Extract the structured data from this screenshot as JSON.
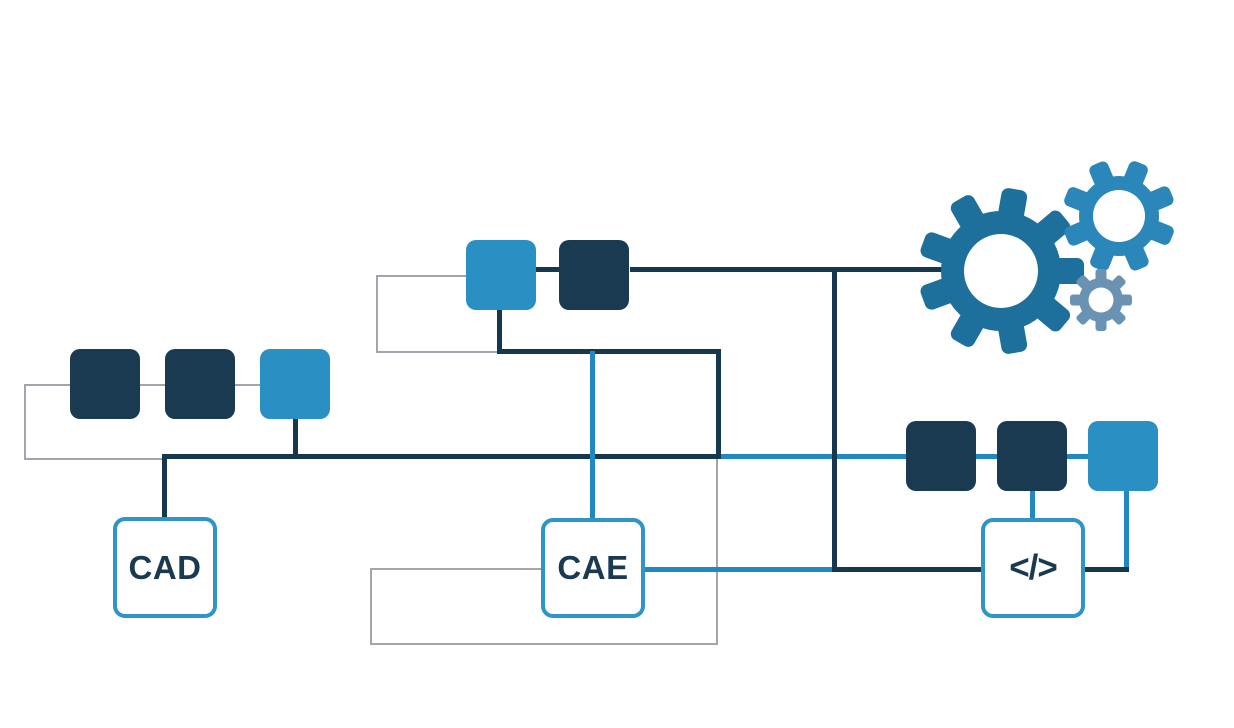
{
  "diagram": {
    "title": "CAD / CAE / code modules pipeline diagram",
    "nodes": {
      "cad": {
        "label": "CAD"
      },
      "cae": {
        "label": "CAE"
      },
      "code": {
        "label": "</>"
      }
    },
    "clusters": [
      {
        "id": "left",
        "squares": [
          "navy",
          "navy",
          "blue"
        ]
      },
      {
        "id": "top-middle",
        "squares": [
          "blue",
          "navy"
        ]
      },
      {
        "id": "right",
        "squares": [
          "navy",
          "navy",
          "blue"
        ]
      }
    ],
    "icons": [
      "gear-large-icon",
      "gear-medium-icon",
      "gear-small-icon",
      "code-glyph"
    ],
    "colors": {
      "navy": "#1a3a52",
      "blue": "#2a90c4",
      "line-dark": "#16384e",
      "line-blue": "#2089c1",
      "line-gray": "#a0a6ab",
      "box-stroke": "#2f94c6",
      "gear-large": "#1d6f9c",
      "gear-medium": "#2b87ba",
      "gear-small": "#6a92b3",
      "background": "#ffffff"
    }
  }
}
